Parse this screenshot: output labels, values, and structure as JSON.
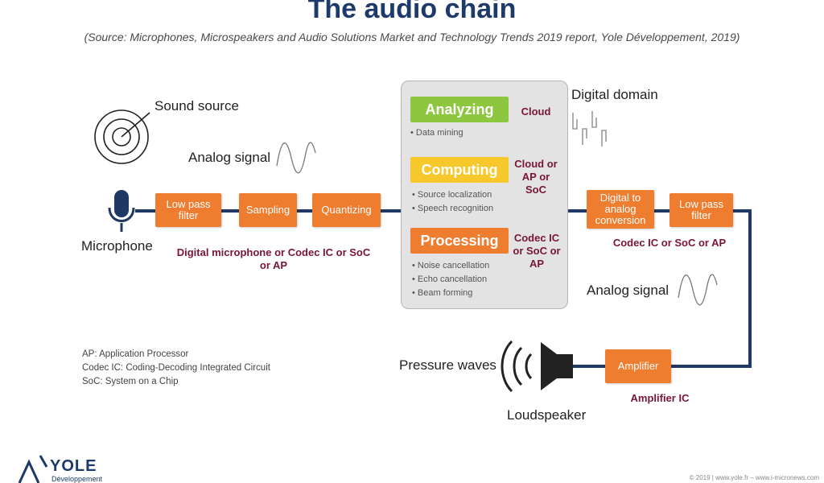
{
  "title": "The audio chain",
  "subtitle": "(Source: Microphones, Microspeakers and Audio Solutions Market and Technology Trends 2019 report, Yole Développement, 2019)",
  "labels": {
    "sound_source": "Sound source",
    "analog_signal_1": "Analog signal",
    "microphone": "Microphone",
    "digital_domain": "Digital domain",
    "analog_signal_2": "Analog signal",
    "pressure_waves": "Pressure waves",
    "loudspeaker": "Loudspeaker"
  },
  "boxes": {
    "low_pass_1": "Low pass filter",
    "sampling": "Sampling",
    "quantizing": "Quantizing",
    "dac": "Digital to analog conversion",
    "low_pass_2": "Low pass filter",
    "amplifier": "Amplifier"
  },
  "digital": {
    "analyzing": {
      "title": "Analyzing",
      "color": "#8dc63f",
      "bullets": [
        "Data mining"
      ],
      "platform": "Cloud"
    },
    "computing": {
      "title": "Computing",
      "color": "#f7c82b",
      "bullets": [
        "Source localization",
        "Speech recognition"
      ],
      "platform": "Cloud or AP or SoC"
    },
    "processing": {
      "title": "Processing",
      "color": "#ee7d30",
      "bullets": [
        "Noise cancellation",
        "Echo cancellation",
        "Beam forming"
      ],
      "platform": "Codec IC or SoC or AP"
    }
  },
  "module_labels": {
    "mic_chain": "Digital microphone or Codec IC or SoC or AP",
    "dac_chain": "Codec IC or SoC or AP",
    "amplifier": "Amplifier IC"
  },
  "legend": [
    "AP: Application Processor",
    "Codec IC: Coding-Decoding Integrated Circuit",
    "SoC: System on a Chip"
  ],
  "logo": {
    "name": "YOLE",
    "tagline": "Développement"
  },
  "footer": "© 2019 | www.yole.fr – www.i-micronews.com",
  "colors": {
    "navy": "#1d3a6b",
    "orange": "#ee7d30",
    "maroon": "#7a1536",
    "wire": "#1f3864"
  }
}
